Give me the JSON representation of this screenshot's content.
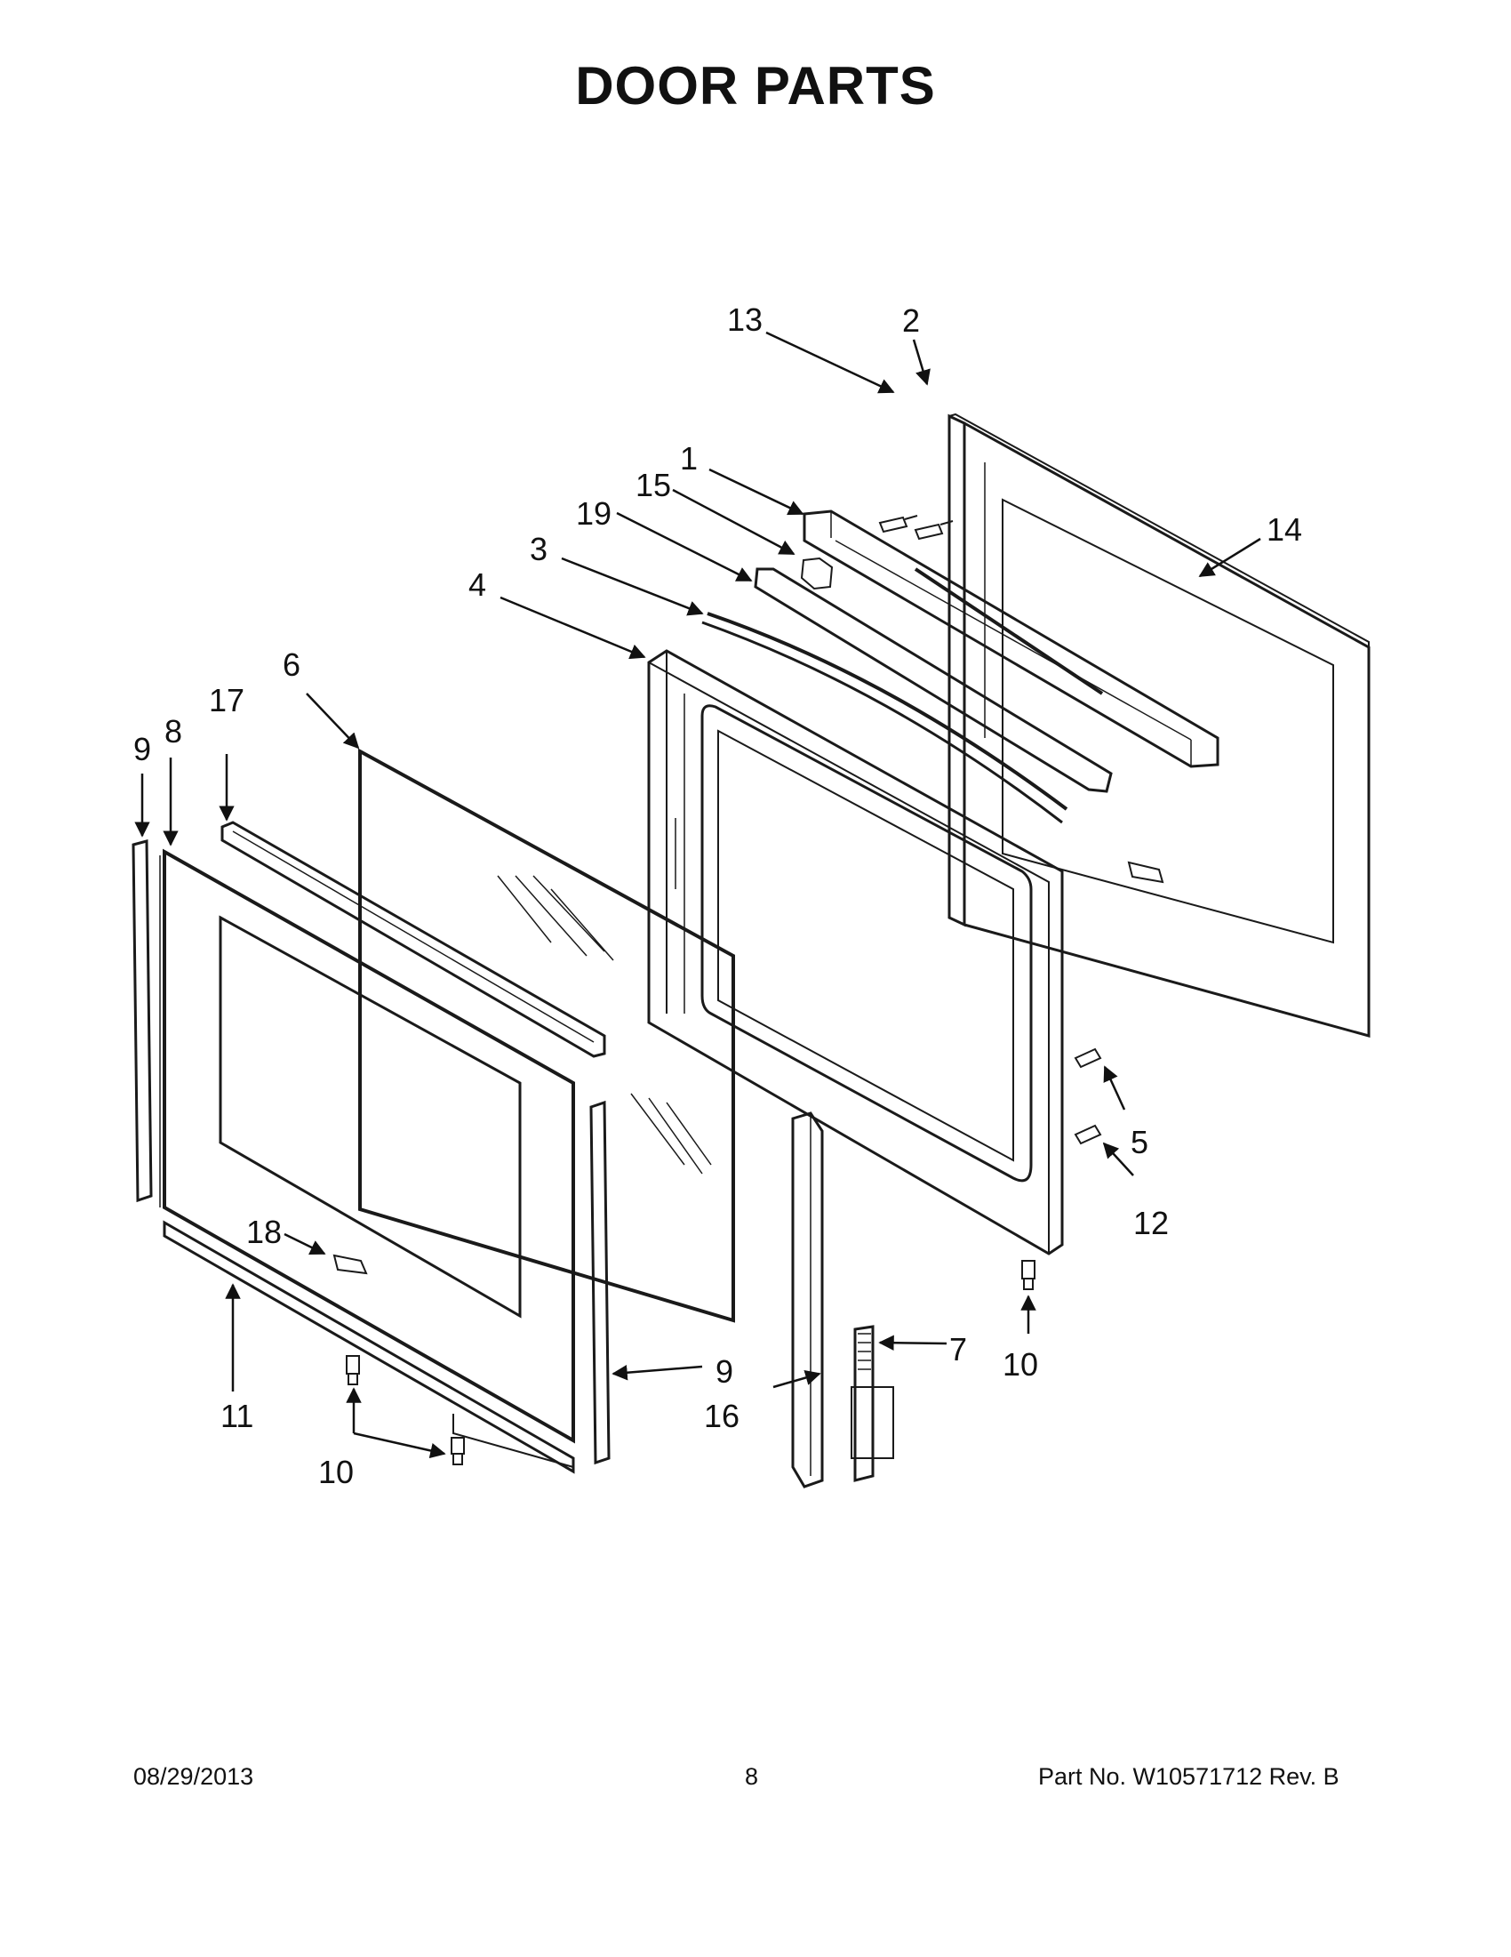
{
  "page": {
    "title": "DOOR PARTS"
  },
  "callouts": {
    "c1": "1",
    "c2": "2",
    "c3": "3",
    "c4": "4",
    "c5": "5",
    "c6": "6",
    "c7": "7",
    "c8": "8",
    "c9a": "9",
    "c9b": "9",
    "c10a": "10",
    "c10b": "10",
    "c11": "11",
    "c12": "12",
    "c13": "13",
    "c14": "14",
    "c15": "15",
    "c16": "16",
    "c17": "17",
    "c18": "18",
    "c19": "19"
  },
  "footer": {
    "date": "08/29/2013",
    "page_number": "8",
    "part_number": "Part No.  W10571712  Rev.  B"
  },
  "colors": {
    "line": "#1a1a1a",
    "background": "#ffffff"
  }
}
